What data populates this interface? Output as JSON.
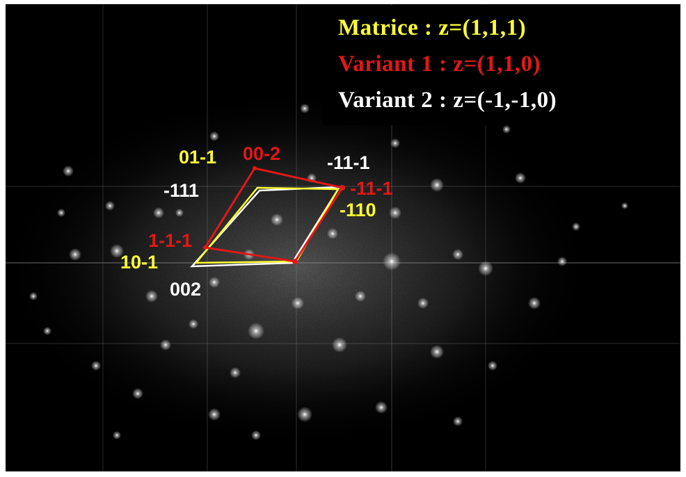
{
  "legend": {
    "matrice": "Matrice : z=(1,1,1)",
    "variant1": "Variant 1 : z=(1,1,0)",
    "variant2": "Variant 2 : z=(-1,-1,0)"
  },
  "labels": {
    "l_01m1": "01-1",
    "l_00m2": "00-2",
    "l_m11m1_white": "-11-1",
    "l_m111": "-111",
    "l_m11m1_red": "-11-1",
    "l_m110": "-110",
    "l_1m1m1": "1-1-1",
    "l_10m1": "10-1",
    "l_002": "002"
  },
  "colors": {
    "matrice": "#ffff33",
    "variant1": "#e01818",
    "variant2": "#ffffff",
    "background": "#000000"
  }
}
